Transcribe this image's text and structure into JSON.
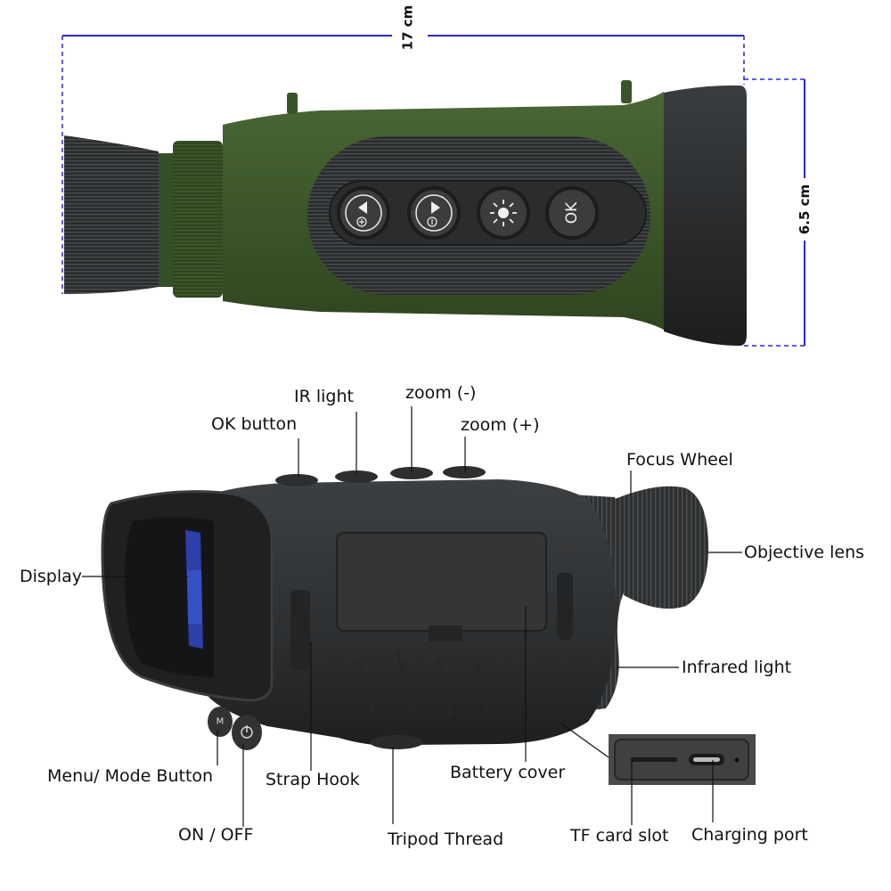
{
  "dimensions": {
    "length": "17 cm",
    "height": "6.5 cm",
    "line_color": "#2a2ac8"
  },
  "top_view": {
    "body_color": "#3f5a2c",
    "panel_color": "#2b2d2e",
    "buttons": [
      {
        "icon": "zoom-in-left-arrow-icon",
        "glyph": "◀"
      },
      {
        "icon": "zoom-out-right-arrow-icon",
        "glyph": "▶"
      },
      {
        "icon": "ir-light-sun-icon",
        "glyph": "☀"
      },
      {
        "icon": "ok-icon",
        "glyph": "OK"
      }
    ]
  },
  "callouts": {
    "ok_button": "OK button",
    "ir_light": "IR light",
    "zoom_minus": "zoom (-)",
    "zoom_plus": "zoom (+)",
    "focus_wheel": "Focus Wheel",
    "objective_lens": "Objective lens",
    "display": "Display",
    "infrared_light": "Infrared light",
    "menu_mode_button": "Menu/ Mode Button",
    "strap_hook": "Strap Hook",
    "battery_cover": "Battery cover",
    "on_off": "ON / OFF",
    "tripod_thread": "Tripod Thread",
    "tf_card_slot": "TF card slot",
    "charging_port": "Charging port"
  },
  "side_view": {
    "body_color": "#2f3133",
    "port_panel_color": "#4a4a4a"
  }
}
